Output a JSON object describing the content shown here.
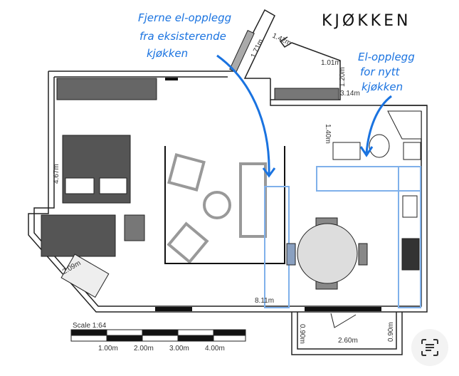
{
  "title": "KJØKKEN",
  "annotations": {
    "remove": [
      "Fjerne el-opplegg",
      "fra eksisterende",
      "kjøkken"
    ],
    "new": [
      "El-opplegg",
      "for nytt",
      "kjøkken"
    ]
  },
  "dimensions": {
    "d1": "1.42m",
    "d2": "1.71m",
    "d3": "1.01m",
    "d4": "1.20m",
    "d5": "3.14m",
    "d6": "1.40m",
    "d7": "4.67m",
    "d8": "2.09m",
    "d9": "8.11m",
    "d10": "0.90m",
    "d11": "2.60m",
    "d12": "0.90m"
  },
  "scale": {
    "label": "Scale 1:64",
    "ticks": [
      "1.00m",
      "2.00m",
      "3.00m",
      "4.00m"
    ]
  },
  "colors": {
    "annotation": "#1a73e0",
    "kitchen_outline": "#7fb0ea",
    "furniture": "#555555"
  },
  "scan_button": {
    "icon": "scan-text-icon"
  }
}
